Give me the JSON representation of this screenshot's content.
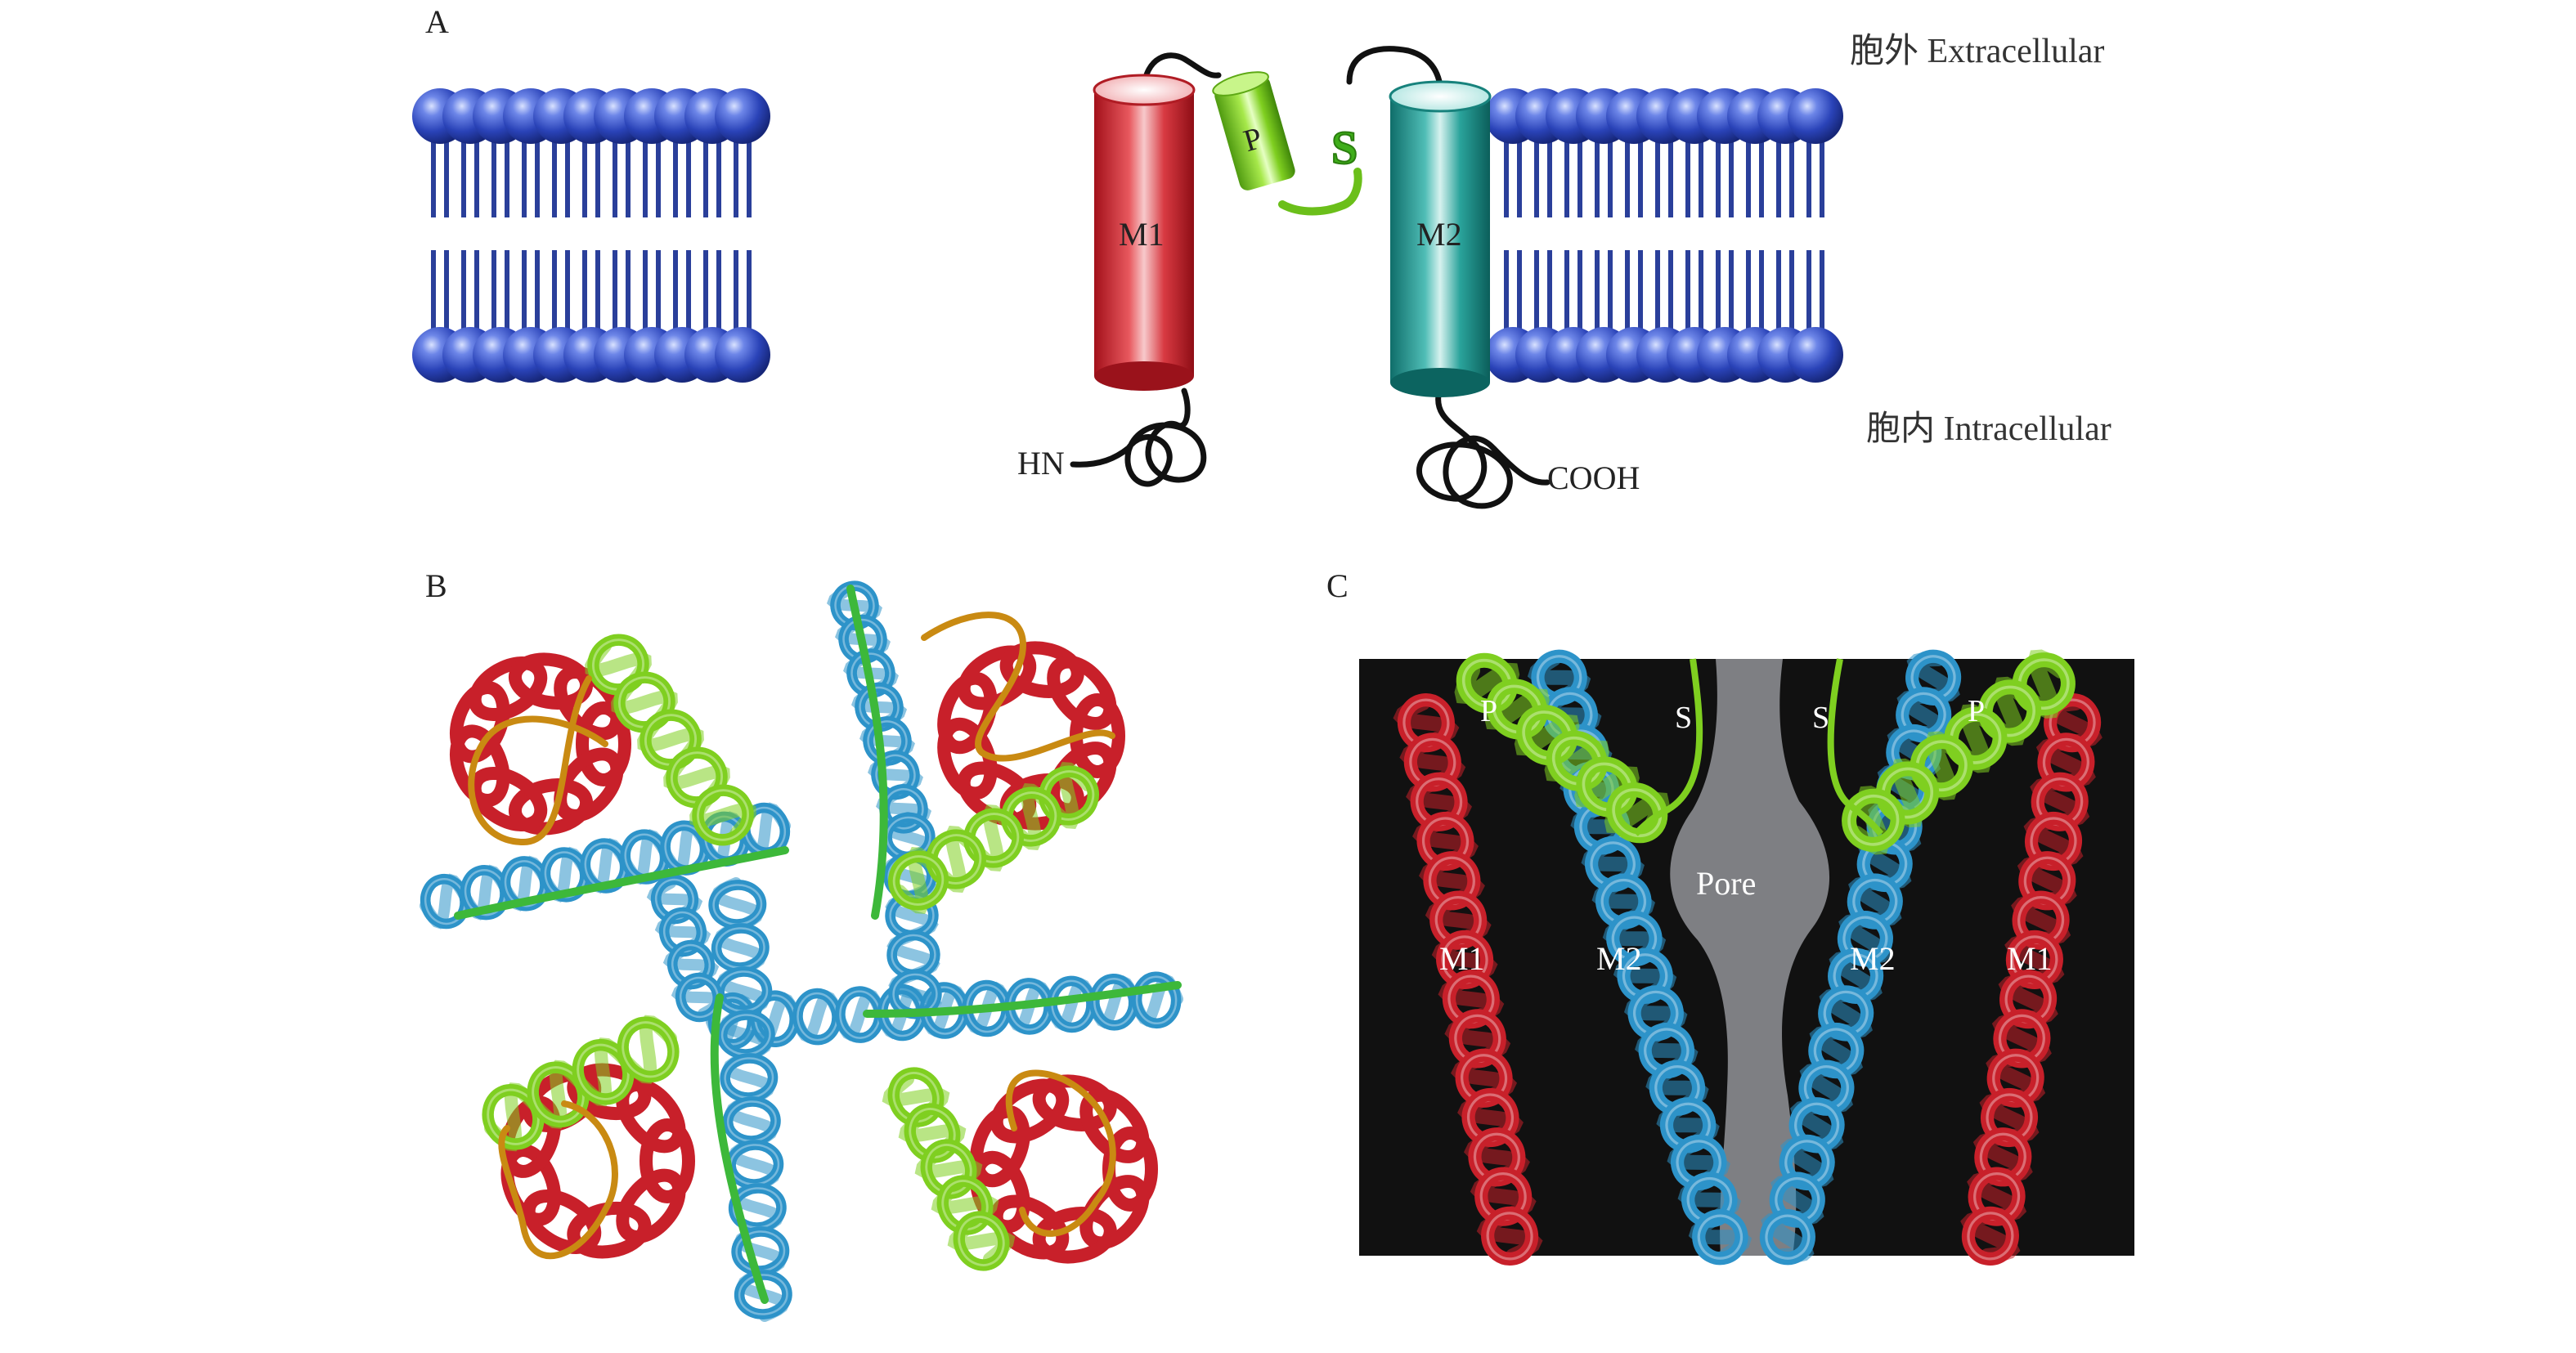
{
  "panels": {
    "a": {
      "label": "A",
      "extracellular": "胞外 Extracellular",
      "intracellular": "胞内 Intracellular",
      "m1": "M1",
      "m2": "M2",
      "p": "P",
      "s": "S",
      "n_terminus": "HN",
      "c_terminus": "COOH"
    },
    "b": {
      "label": "B"
    },
    "c": {
      "label": "C",
      "p_left": "P",
      "s_left": "S",
      "s_right": "S",
      "p_right": "P",
      "pore": "Pore",
      "m1_left": "M1",
      "m2_left": "M2",
      "m2_right": "M2",
      "m1_right": "M1"
    }
  },
  "colors": {
    "lipid_head": "#2a43b8",
    "lipid_tail": "#2a3f9a",
    "m1_helix": "#c8202a",
    "m2_helix": "#1e9a94",
    "p_helix": "#7fcf20",
    "m2_ribbon_blue": "#2d93c9",
    "loop_orange": "#c98a12",
    "panel_c_background": "#111111",
    "pore_gray": "#7e7f83"
  }
}
